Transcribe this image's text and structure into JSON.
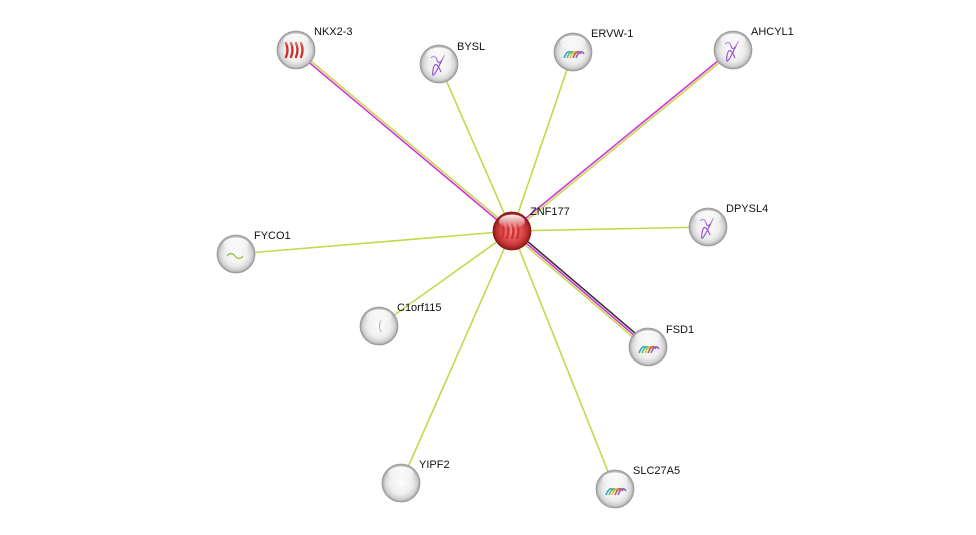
{
  "network": {
    "center": "ZNF177",
    "colors": {
      "textmining": "#c2d94a",
      "coexpression": "#333333",
      "experiments": "#d633d6",
      "center_node": "#d33a3a",
      "node": "#e8e8e8"
    },
    "nodes": [
      {
        "id": "ZNF177",
        "label": "ZNF177",
        "center": true,
        "structure": "ribbon-red"
      },
      {
        "id": "NKX2-3",
        "label": "NKX2-3",
        "structure": "ribbon-red"
      },
      {
        "id": "BYSL",
        "label": "BYSL",
        "structure": "coil-purple"
      },
      {
        "id": "ERVW-1",
        "label": "ERVW-1",
        "structure": "ribbon-multi"
      },
      {
        "id": "AHCYL1",
        "label": "AHCYL1",
        "structure": "coil-purple"
      },
      {
        "id": "DPYSL4",
        "label": "DPYSL4",
        "structure": "coil-purple"
      },
      {
        "id": "FYCO1",
        "label": "FYCO1",
        "structure": "coil-green"
      },
      {
        "id": "C1orf115",
        "label": "C1orf115",
        "structure": "coil-faint"
      },
      {
        "id": "FSD1",
        "label": "FSD1",
        "structure": "ribbon-multi"
      },
      {
        "id": "YIPF2",
        "label": "YIPF2",
        "structure": "none"
      },
      {
        "id": "SLC27A5",
        "label": "SLC27A5",
        "structure": "ribbon-multi"
      }
    ],
    "edges": [
      {
        "source": "ZNF177",
        "target": "NKX2-3",
        "evidence": [
          "experiments",
          "textmining"
        ]
      },
      {
        "source": "ZNF177",
        "target": "BYSL",
        "evidence": [
          "textmining"
        ]
      },
      {
        "source": "ZNF177",
        "target": "ERVW-1",
        "evidence": [
          "textmining"
        ]
      },
      {
        "source": "ZNF177",
        "target": "AHCYL1",
        "evidence": [
          "experiments",
          "textmining"
        ]
      },
      {
        "source": "ZNF177",
        "target": "DPYSL4",
        "evidence": [
          "textmining"
        ]
      },
      {
        "source": "ZNF177",
        "target": "FYCO1",
        "evidence": [
          "textmining"
        ]
      },
      {
        "source": "ZNF177",
        "target": "C1orf115",
        "evidence": [
          "textmining"
        ]
      },
      {
        "source": "ZNF177",
        "target": "FSD1",
        "evidence": [
          "coexpression",
          "experiments",
          "textmining"
        ]
      },
      {
        "source": "ZNF177",
        "target": "YIPF2",
        "evidence": [
          "textmining"
        ]
      },
      {
        "source": "ZNF177",
        "target": "SLC27A5",
        "evidence": [
          "textmining"
        ]
      }
    ]
  }
}
